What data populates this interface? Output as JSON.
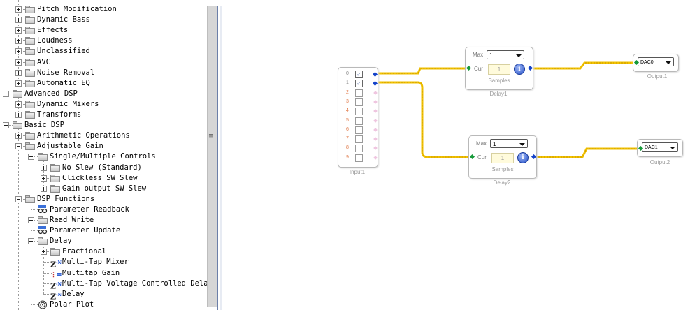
{
  "tree": {
    "items": [
      {
        "label": "Pitch Modification",
        "depth": 1,
        "expander": "plus",
        "icon": "folder"
      },
      {
        "label": "Dynamic Bass",
        "depth": 1,
        "expander": "plus",
        "icon": "folder"
      },
      {
        "label": "Effects",
        "depth": 1,
        "expander": "plus",
        "icon": "folder"
      },
      {
        "label": "Loudness",
        "depth": 1,
        "expander": "plus",
        "icon": "folder"
      },
      {
        "label": "Unclassified",
        "depth": 1,
        "expander": "plus",
        "icon": "folder"
      },
      {
        "label": "AVC",
        "depth": 1,
        "expander": "plus",
        "icon": "folder"
      },
      {
        "label": "Noise Removal",
        "depth": 1,
        "expander": "plus",
        "icon": "folder"
      },
      {
        "label": "Automatic EQ",
        "depth": 1,
        "expander": "plus",
        "icon": "folder"
      },
      {
        "label": "Advanced DSP",
        "depth": 0,
        "expander": "minus",
        "icon": "folder"
      },
      {
        "label": "Dynamic Mixers",
        "depth": 1,
        "expander": "plus",
        "icon": "folder"
      },
      {
        "label": "Transforms",
        "depth": 1,
        "expander": "plus",
        "icon": "folder"
      },
      {
        "label": "Basic DSP",
        "depth": 0,
        "expander": "minus",
        "icon": "folder"
      },
      {
        "label": "Arithmetic Operations",
        "depth": 1,
        "expander": "plus",
        "icon": "folder"
      },
      {
        "label": "Adjustable Gain",
        "depth": 1,
        "expander": "minus",
        "icon": "folder"
      },
      {
        "label": "Single/Multiple Controls",
        "depth": 2,
        "expander": "minus",
        "icon": "folder"
      },
      {
        "label": "No Slew (Standard)",
        "depth": 3,
        "expander": "plus",
        "icon": "folder"
      },
      {
        "label": "Clickless SW Slew",
        "depth": 3,
        "expander": "plus",
        "icon": "folder"
      },
      {
        "label": "Gain output SW Slew",
        "depth": 3,
        "expander": "plus",
        "icon": "folder"
      },
      {
        "label": "DSP Functions",
        "depth": 1,
        "expander": "minus",
        "icon": "folder"
      },
      {
        "label": "Parameter Readback",
        "depth": 2,
        "expander": "none",
        "icon": "glasses"
      },
      {
        "label": "Read Write",
        "depth": 2,
        "expander": "plus",
        "icon": "folder"
      },
      {
        "label": "Parameter Update",
        "depth": 2,
        "expander": "none",
        "icon": "glasses"
      },
      {
        "label": "Delay",
        "depth": 2,
        "expander": "minus",
        "icon": "folder"
      },
      {
        "label": "Fractional",
        "depth": 3,
        "expander": "plus",
        "icon": "folder"
      },
      {
        "label": "Multi-Tap Mixer",
        "depth": 3,
        "expander": "none",
        "icon": "z-delay"
      },
      {
        "label": "Multitap Gain",
        "depth": 3,
        "expander": "none",
        "icon": "multitap"
      },
      {
        "label": "Multi-Tap Voltage Controlled Delay",
        "depth": 3,
        "expander": "none",
        "icon": "z-delay"
      },
      {
        "label": "Delay",
        "depth": 3,
        "expander": "none",
        "icon": "z-delay"
      },
      {
        "label": "Polar Plot",
        "depth": 2,
        "expander": "none",
        "icon": "polar"
      }
    ]
  },
  "canvas": {
    "input": {
      "name": "Input1",
      "channels": [
        {
          "n": "0",
          "checked": true,
          "color": "#8a8a8a"
        },
        {
          "n": "1",
          "checked": true,
          "color": "#8a8a8a"
        },
        {
          "n": "2",
          "checked": false,
          "color": "#e07a4a"
        },
        {
          "n": "3",
          "checked": false,
          "color": "#e07a4a"
        },
        {
          "n": "4",
          "checked": false,
          "color": "#e07a4a"
        },
        {
          "n": "5",
          "checked": false,
          "color": "#e07a4a"
        },
        {
          "n": "6",
          "checked": false,
          "color": "#e07a4a"
        },
        {
          "n": "7",
          "checked": false,
          "color": "#e07a4a"
        },
        {
          "n": "8",
          "checked": false,
          "color": "#e07a4a"
        },
        {
          "n": "9",
          "checked": false,
          "color": "#e07a4a"
        }
      ]
    },
    "delay1": {
      "name": "Delay1",
      "max_label": "Max",
      "max_value": "1",
      "cur_label": "Cur",
      "cur_value": "1",
      "samples_label": "Samples"
    },
    "delay2": {
      "name": "Delay2",
      "max_label": "Max",
      "max_value": "1",
      "cur_label": "Cur",
      "cur_value": "1",
      "samples_label": "Samples"
    },
    "output1": {
      "name": "Output1",
      "dac": "DAC0"
    },
    "output2": {
      "name": "Output2",
      "dac": "DAC1"
    },
    "wire_color": "#f2c200"
  }
}
